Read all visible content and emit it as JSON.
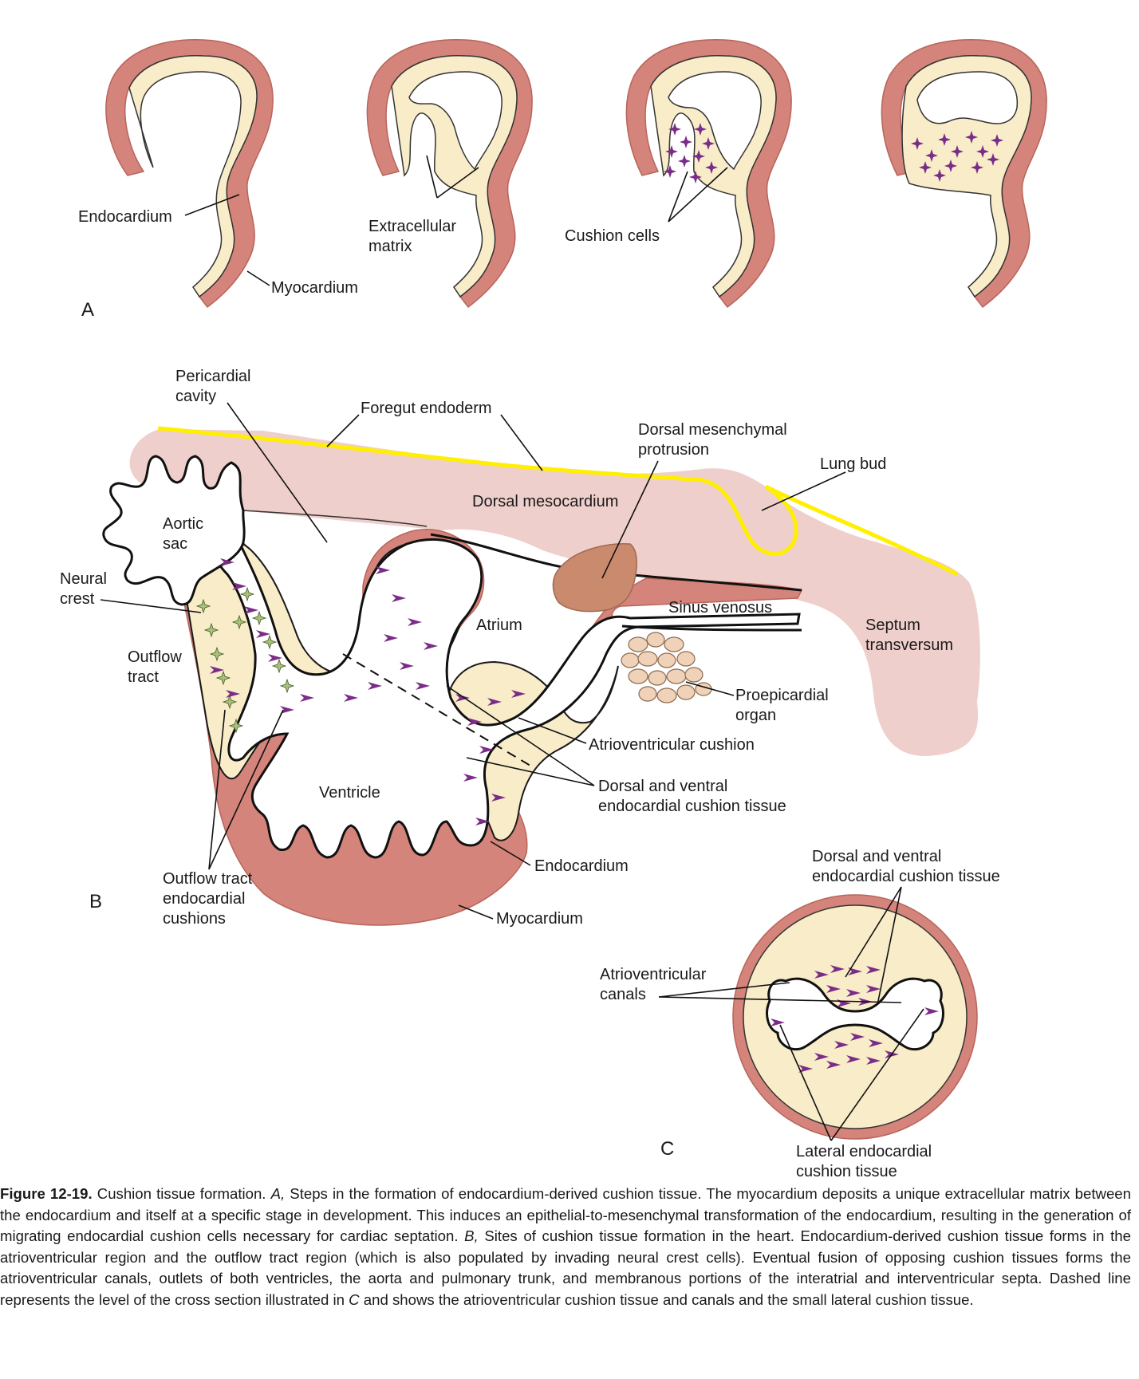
{
  "panel_a": {
    "letter": "A",
    "labels": {
      "endocardium": "Endocardium",
      "myocardium": "Myocardium",
      "extracellular_1": "Extracellular",
      "extracellular_2": "matrix",
      "cushion_cells": "Cushion cells"
    }
  },
  "panel_b": {
    "letter": "B",
    "labels": {
      "pericardial_1": "Pericardial",
      "pericardial_2": "cavity",
      "foregut": "Foregut endoderm",
      "dorsal_mes_prot_1": "Dorsal mesenchymal",
      "dorsal_mes_prot_2": "protrusion",
      "lung_bud": "Lung bud",
      "dorsal_mesocardium": "Dorsal mesocardium",
      "aortic_1": "Aortic",
      "aortic_2": "sac",
      "neural_1": "Neural",
      "neural_2": "crest",
      "atrium": "Atrium",
      "sinus": "Sinus venosus",
      "septum_1": "Septum",
      "septum_2": "transversum",
      "outflow_1": "Outflow",
      "outflow_2": "tract",
      "proepi_1": "Proepicardial",
      "proepi_2": "organ",
      "av_cushion": "Atrioventricular cushion",
      "dv_1": "Dorsal and ventral",
      "dv_2": "endocardial cushion tissue",
      "ventricle": "Ventricle",
      "endocardium": "Endocardium",
      "myocardium": "Myocardium",
      "oft_cush_1": "Outflow tract",
      "oft_cush_2": "endocardial",
      "oft_cush_3": "cushions"
    }
  },
  "panel_c": {
    "letter": "C",
    "labels": {
      "dv_1": "Dorsal and ventral",
      "dv_2": "endocardial cushion tissue",
      "av_canals_1": "Atrioventricular",
      "av_canals_2": "canals",
      "lateral_1": "Lateral endocardial",
      "lateral_2": "cushion tissue"
    }
  },
  "caption": {
    "fig_num": "Figure 12-19.",
    "t1": " Cushion tissue formation. ",
    "a": "A,",
    "t2": " Steps in the formation of endocardium-derived cushion tissue. The myocardium deposits a unique extracellular matrix between the endocardium and itself at a specific stage in development. This induces an epithelial-to-mesenchymal transformation of the endocardium, resulting in the generation of migrating endocardial cushion cells necessary for cardiac septation. ",
    "b": "B,",
    "t3": " Sites of cushion tissue formation in the heart. Endocardium-derived cushion tissue forms in the atrioventricular region and the outflow tract region (which is also populated by invading neural crest cells). Eventual fusion of opposing cushion tissues forms the atrioventricular canals, outlets of both ventricles, the aorta and pulmonary trunk, and membranous portions of the interatrial and interventricular septa. Dashed line represents the level of the cross section illustrated in ",
    "c": "C",
    "t4": " and shows the atrioventricular cushion tissue and canals and the small lateral cushion tissue."
  },
  "colors": {
    "myocardium": "#d4847a",
    "extracellular_matrix": "#f8ecc9",
    "cushion_cells": "#7a2d86",
    "neural_crest_cells": "#a9c27a",
    "foregut_endoderm": "#ffef00",
    "mesoderm": "#efcfcb",
    "dorsal_mesenchymal_protrusion": "#c98a6e",
    "proepicardial_organ": "#f0d2b8"
  }
}
